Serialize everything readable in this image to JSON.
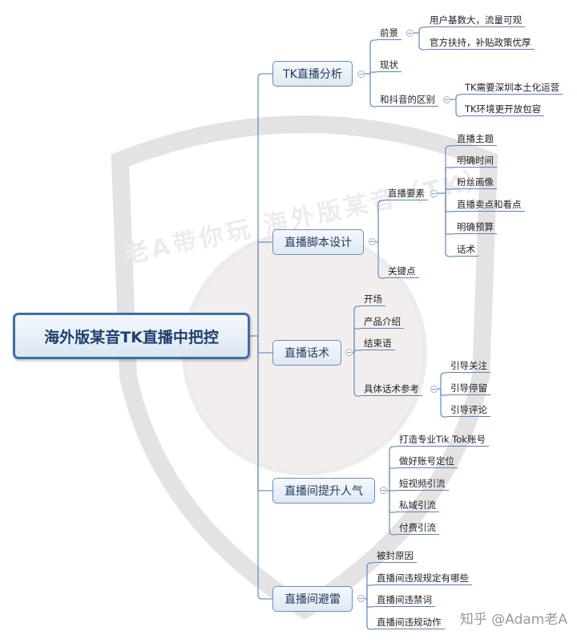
{
  "root": {
    "label": "海外版某音TK直播中把控"
  },
  "branches": [
    {
      "label": "TK直播分析",
      "subs": [
        {
          "label": "前景",
          "children": [
            "用户基数大，流量可观",
            "官方扶持，补贴政策优厚"
          ]
        },
        {
          "label": "现状",
          "children": []
        },
        {
          "label": "和抖音的区别",
          "children": [
            "TK需要深圳本土化运营",
            "TK环境更开放包容"
          ]
        }
      ]
    },
    {
      "label": "直播脚本设计",
      "subs": [
        {
          "label": "直播要素",
          "children": [
            "直播主题",
            "明确时间",
            "粉丝画像",
            "直播卖点和看点",
            "明确预算",
            "话术"
          ]
        },
        {
          "label": "关键点",
          "children": []
        }
      ]
    },
    {
      "label": "直播话术",
      "subs": [
        {
          "label": "开场",
          "children": []
        },
        {
          "label": "产品介绍",
          "children": []
        },
        {
          "label": "结束语",
          "children": []
        },
        {
          "label": "具体话术参考",
          "children": [
            "引导关注",
            "引导停留",
            "引导评论"
          ]
        }
      ]
    },
    {
      "label": "直播间提升人气",
      "subs": [
        {
          "label": "打造专业Tik Tok账号",
          "children": []
        },
        {
          "label": "做好账号定位",
          "children": []
        },
        {
          "label": "短视频引流",
          "children": []
        },
        {
          "label": "私域引流",
          "children": []
        },
        {
          "label": "付费引流",
          "children": []
        }
      ]
    },
    {
      "label": "直播间避雷",
      "subs": [
        {
          "label": "被封原因",
          "children": []
        },
        {
          "label": "直播间违规规定有哪些",
          "children": []
        },
        {
          "label": "直播间违禁词",
          "children": []
        },
        {
          "label": "直播间违规动作",
          "children": []
        }
      ]
    }
  ],
  "watermark": {
    "text": "知乎 @Adam老A",
    "background_text": "老A带你玩 海外版某音（TK）"
  },
  "colors": {
    "line": "#6f93c2",
    "root_border": "#3f6fa6",
    "main_border": "#6a8fbd",
    "leaf_underline": "#5b83b5"
  }
}
